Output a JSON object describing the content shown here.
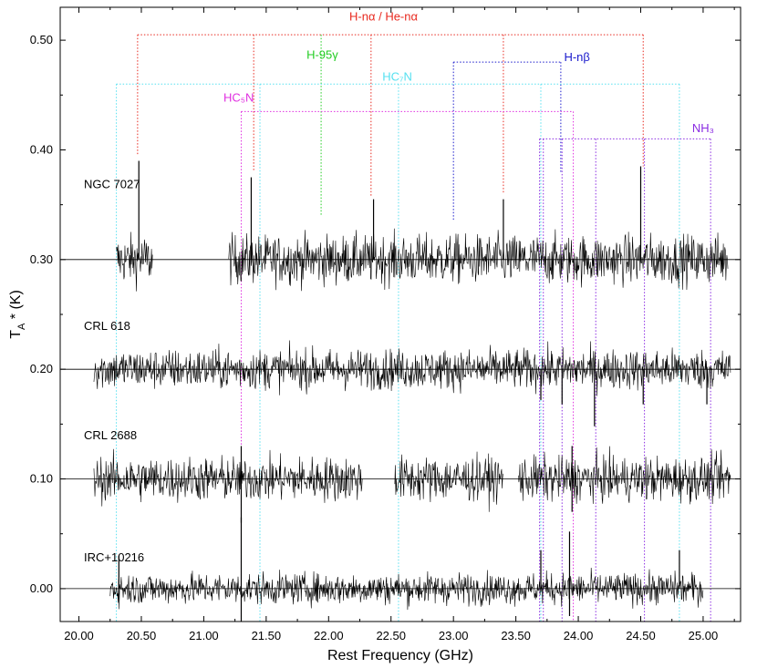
{
  "chart_data": {
    "type": "line",
    "xlabel": "Rest Frequency (GHz)",
    "ylabel": "T_A* (K)",
    "xlim": [
      19.85,
      25.3
    ],
    "ylim": [
      -0.03,
      0.53
    ],
    "xticks": [
      "20.00",
      "20.50",
      "21.00",
      "21.50",
      "22.00",
      "22.50",
      "23.00",
      "23.50",
      "24.00",
      "24.50",
      "25.00"
    ],
    "xtick_values": [
      20.0,
      20.5,
      21.0,
      21.5,
      22.0,
      22.5,
      23.0,
      23.5,
      24.0,
      24.5,
      25.0
    ],
    "yticks": [
      "0.00",
      "0.10",
      "0.20",
      "0.30",
      "0.40",
      "0.50"
    ],
    "ytick_values": [
      0.0,
      0.1,
      0.2,
      0.3,
      0.4,
      0.5
    ],
    "series": [
      {
        "name": "NGC 7027",
        "baseline": 0.3,
        "label": "NGC 7027",
        "label_x": 20.04,
        "label_y": 0.365,
        "segments": [
          [
            20.3,
            20.59
          ],
          [
            21.2,
            25.2
          ]
        ],
        "noise": 0.011,
        "peaks": [
          [
            20.48,
            0.39
          ],
          [
            21.38,
            0.375
          ],
          [
            22.36,
            0.355
          ],
          [
            23.4,
            0.355
          ],
          [
            24.5,
            0.385
          ]
        ]
      },
      {
        "name": "CRL 618",
        "baseline": 0.2,
        "label": "CRL 618",
        "label_x": 20.04,
        "label_y": 0.236,
        "segments": [
          [
            20.12,
            25.22
          ]
        ],
        "noise": 0.009,
        "peaks": [
          [
            23.7,
            0.172
          ],
          [
            23.87,
            0.168
          ],
          [
            24.13,
            0.148
          ],
          [
            24.52,
            0.168
          ],
          [
            25.03,
            0.168
          ]
        ]
      },
      {
        "name": "CRL 2688",
        "baseline": 0.1,
        "label": "CRL 2688",
        "label_x": 20.04,
        "label_y": 0.136,
        "segments": [
          [
            20.12,
            22.27
          ],
          [
            22.53,
            23.4
          ],
          [
            23.52,
            25.22
          ]
        ],
        "noise": 0.01,
        "peaks": [
          [
            21.3,
            0.13
          ],
          [
            21.3,
            0.06
          ],
          [
            23.95,
            0.13
          ],
          [
            23.95,
            0.07
          ]
        ]
      },
      {
        "name": "IRC+10216",
        "baseline": 0.0,
        "label": "IRC+10216",
        "label_x": 20.04,
        "label_y": 0.025,
        "segments": [
          [
            20.25,
            25.0
          ]
        ],
        "noise": 0.007,
        "peaks": [
          [
            21.3,
            0.065
          ],
          [
            21.3,
            -0.03
          ],
          [
            23.93,
            0.052
          ],
          [
            23.93,
            -0.025
          ],
          [
            20.32,
            0.03
          ],
          [
            24.81,
            0.035
          ],
          [
            23.7,
            0.035
          ]
        ]
      }
    ],
    "line_groups": [
      {
        "label": "H-nα / He-nα",
        "color": "#e8281e",
        "top": 0.505,
        "label_x": 22.44,
        "label_y": 0.518,
        "label_anchor": "middle",
        "drops": [
          [
            20.47,
            0.395
          ],
          [
            21.4,
            0.38
          ],
          [
            22.34,
            0.358
          ],
          [
            23.4,
            0.36
          ],
          [
            24.52,
            0.385
          ]
        ]
      },
      {
        "label": "H-95γ",
        "color": "#22cc22",
        "top": 0.505,
        "label_x": 21.95,
        "label_y": 0.483,
        "label_anchor": "middle",
        "drops": [
          [
            21.94,
            0.34
          ]
        ]
      },
      {
        "label": "H-nβ",
        "color": "#1a1acc",
        "top": 0.48,
        "label_x": 23.99,
        "label_y": 0.481,
        "label_anchor": "middle",
        "drops": [
          [
            23.0,
            0.335
          ],
          [
            23.86,
            0.38
          ]
        ]
      },
      {
        "label": "HC₇N",
        "color": "#55e0f0",
        "top": 0.46,
        "label_x": 22.55,
        "label_y": 0.463,
        "label_anchor": "middle",
        "drops": [
          [
            20.3,
            -0.03
          ],
          [
            21.45,
            -0.03
          ],
          [
            22.56,
            -0.03
          ],
          [
            23.7,
            -0.03
          ],
          [
            24.81,
            -0.03
          ]
        ]
      },
      {
        "label": "HC₅N",
        "color": "#e030e0",
        "top": 0.435,
        "label_x": 21.28,
        "label_y": 0.444,
        "label_anchor": "middle",
        "drops": [
          [
            21.3,
            -0.03
          ],
          [
            23.96,
            -0.03
          ]
        ]
      },
      {
        "label": "NH₃",
        "color": "#8a2be2",
        "top": 0.41,
        "label_x": 25.0,
        "label_y": 0.416,
        "label_anchor": "middle",
        "drops": [
          [
            23.69,
            -0.03
          ],
          [
            23.72,
            -0.03
          ],
          [
            23.87,
            -0.03
          ],
          [
            24.14,
            -0.03
          ],
          [
            24.53,
            -0.03
          ],
          [
            25.06,
            -0.03
          ]
        ]
      }
    ]
  }
}
